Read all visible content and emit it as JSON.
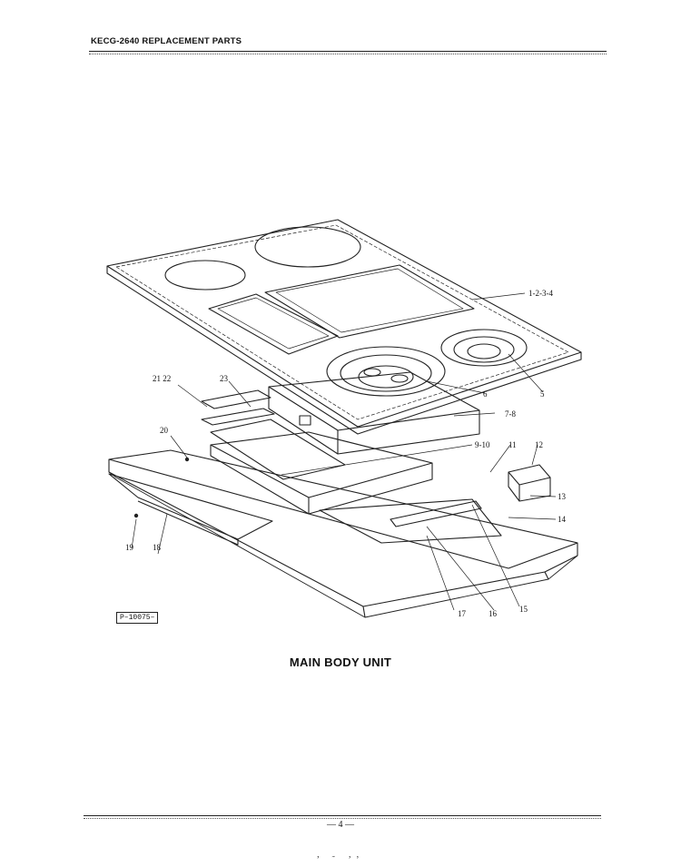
{
  "header": {
    "title": "KECG-2640 REPLACEMENT PARTS"
  },
  "diagram": {
    "callouts": [
      "1-2-3-4",
      "5",
      "6",
      "7-8",
      "9-10",
      "11",
      "12",
      "13",
      "14",
      "15",
      "16",
      "17",
      "18",
      "19",
      "20",
      "21 22",
      "23"
    ],
    "figure_number": "P–10075–",
    "caption": "MAIN BODY UNIT"
  },
  "footer": {
    "page_number": "— 4 —",
    "marks": "’ ˜ ’’"
  }
}
